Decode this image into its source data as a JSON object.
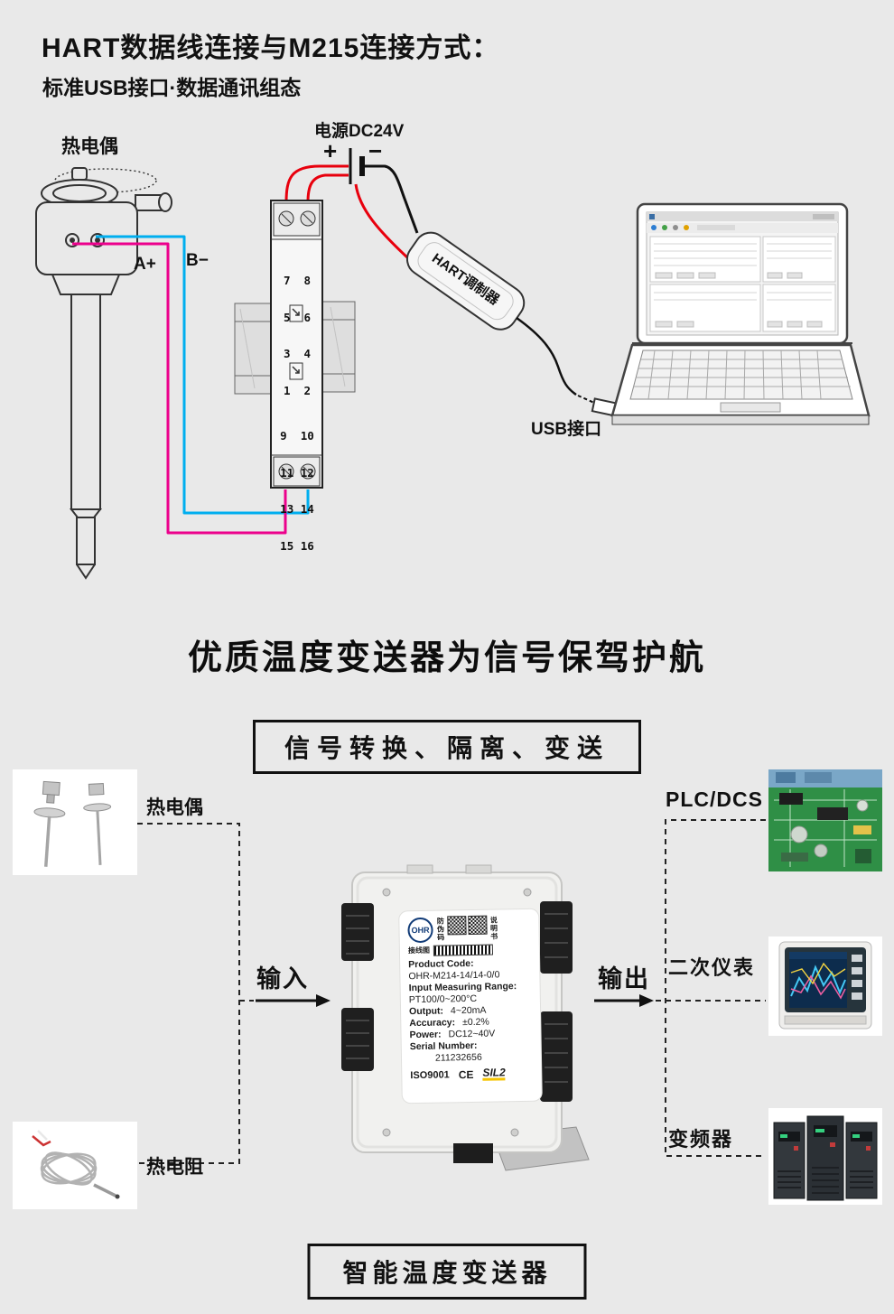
{
  "header": {
    "title": "HART数据线连接与M215连接方式：",
    "subtitle": "标准USB接口·数据通讯组态"
  },
  "diagram": {
    "thermocouple_label": "热电偶",
    "terminal_a": "A+",
    "terminal_b": "B−",
    "power_label": "电源DC24V",
    "plus": "+",
    "minus": "−",
    "modem_label": "HART调制器",
    "usb_label": "USB接口",
    "module_terminals_top": [
      "7  8",
      "5  6",
      "3  4",
      "1  2"
    ],
    "module_terminals_bottom": [
      "9  10",
      "11 12",
      "13 14",
      "15 16"
    ]
  },
  "promo": {
    "headline": "优质温度变送器为信号保驾护航",
    "banner": "信号转换、隔离、变送",
    "bottom_banner": "智能温度变送器",
    "input_label": "输入",
    "output_label": "输出"
  },
  "sources": [
    {
      "label": "热电偶"
    },
    {
      "label": "热电阻"
    }
  ],
  "targets": [
    {
      "label": "PLC/DCS"
    },
    {
      "label": "二次仪表"
    },
    {
      "label": "变频器"
    }
  ],
  "sticker": {
    "brand": "OHR",
    "caption_antifake": "防伪码",
    "caption_wiring": "接线图",
    "caption_manual": "说明书",
    "product_code_label": "Product Code:",
    "product_code": "OHR-M214-14/14-0/0",
    "range_label": "Input Measuring Range:",
    "range_value": "PT100/0~200°C",
    "output_label": "Output:",
    "output_value": "4~20mA",
    "accuracy_label": "Accuracy:",
    "accuracy_value": "±0.2%",
    "power_label": "Power:",
    "power_value": "DC12~40V",
    "serial_label": "Serial Number:",
    "serial_value": "211232656",
    "cert_iso": "ISO9001",
    "cert_ce": "CE",
    "cert_sil": "SIL2"
  }
}
